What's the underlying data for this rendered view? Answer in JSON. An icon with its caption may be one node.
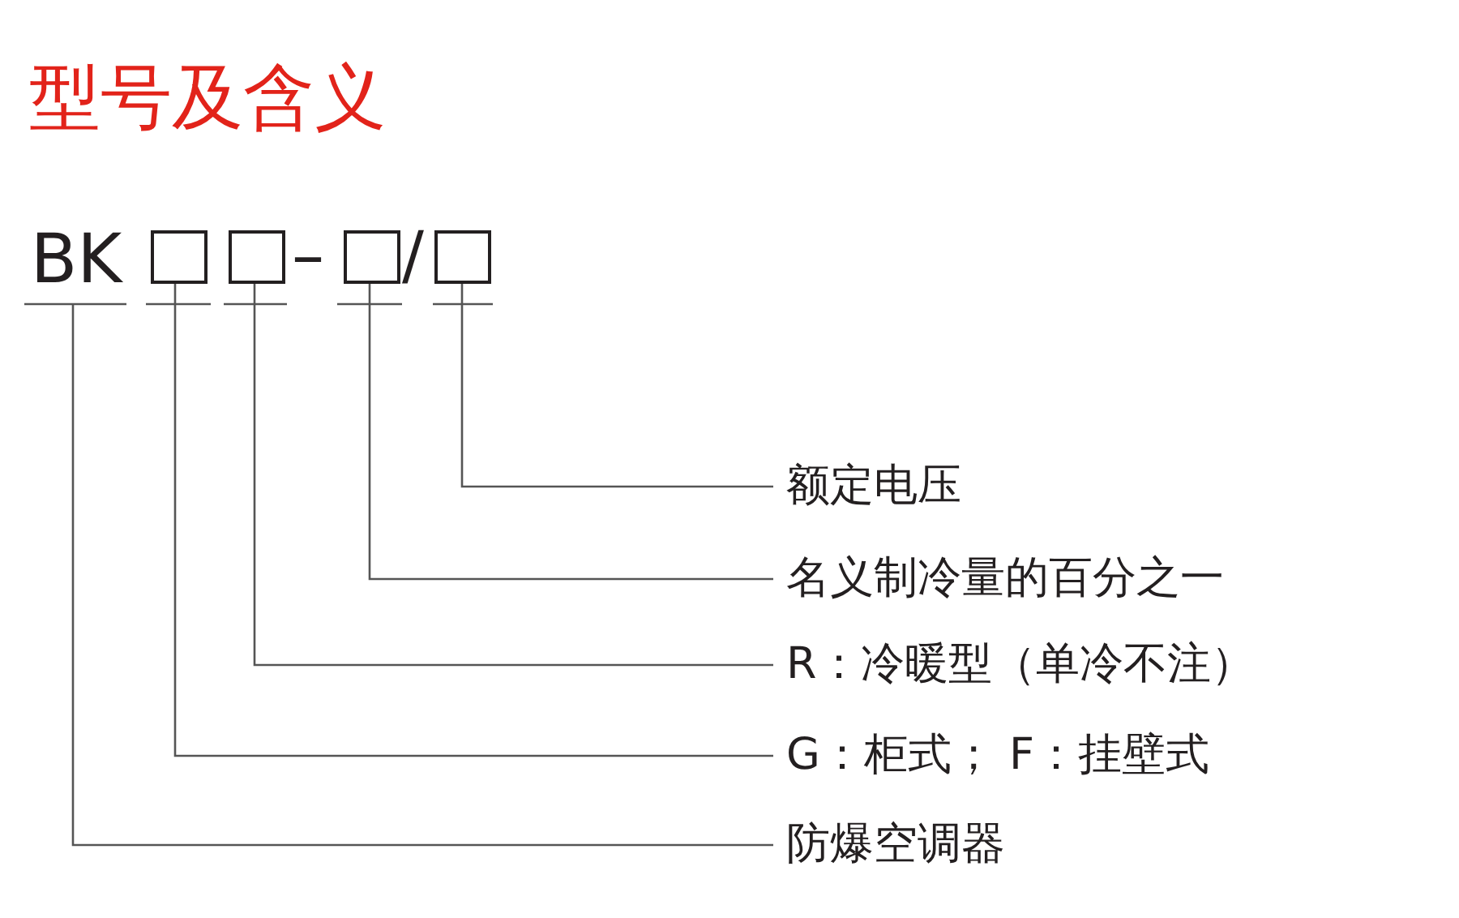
{
  "diagram": {
    "title": "型号及含义",
    "nodes": [
      {
        "text": [
          "BK"
        ]
      },
      {
        "text": [],
        "shape": "box"
      },
      {
        "text": [],
        "shape": "box"
      },
      {
        "text": [],
        "shape": "box"
      },
      {
        "text": [],
        "shape": "box"
      },
      {
        "text": [
          "额定电压"
        ]
      },
      {
        "text": [
          "名义制冷量的百分之一"
        ]
      },
      {
        "text": [
          "R：冷暖型（单冷不注）"
        ]
      },
      {
        "text": [
          "G：柜式； F：挂壁式"
        ]
      },
      {
        "text": [
          "防爆空调器"
        ]
      }
    ],
    "edges": [
      {
        "from": 4,
        "to": 5,
        "arrow": "none"
      },
      {
        "from": 3,
        "to": 6,
        "arrow": "none"
      },
      {
        "from": 2,
        "to": 7,
        "arrow": "none"
      },
      {
        "from": 1,
        "to": 8,
        "arrow": "none"
      },
      {
        "from": 0,
        "to": 9,
        "arrow": "none"
      }
    ],
    "labels": [
      "–",
      "/"
    ]
  }
}
